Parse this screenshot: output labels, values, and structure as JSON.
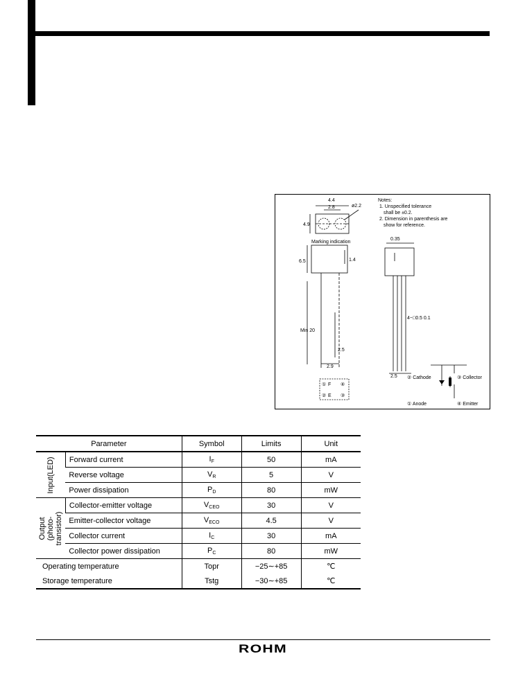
{
  "dimensions": {
    "notes_title": "Notes:",
    "note1_line1": "1. Unspecified tolerance",
    "note1_line2": "shall be ±0.2.",
    "note2_line1": "2. Dimension in parenthesis are",
    "note2_line2": "show for reference.",
    "dim_width": "4.4",
    "dim_inner_width": "2.8",
    "dim_hole": "ø2.2",
    "dim_depth": "4.9",
    "marking_label": "Marking indication",
    "dim_body_height": "6.5",
    "dim_marking_height": "1.4",
    "dim_lead_length": "Min 20",
    "dim_pitch_vertical": "2.5",
    "dim_pitch_horizontal": "2.5",
    "dim_lead_bottom": "2.9",
    "dim_thickness": "0.35",
    "dim_lead_spec": "4−□0.5  0.1",
    "pin1_label": "①",
    "pin2_label": "②",
    "pin3_label": "③",
    "pin4_label": "④",
    "pin_f_left": "F",
    "pin_e_left": "E",
    "cathode_label": "② Cathode",
    "collector_label": "③ Collector",
    "anode_label": "① Anode",
    "emitter_label": "④ Emitter"
  },
  "table": {
    "headers": [
      "Parameter",
      "Symbol",
      "Limits",
      "Unit"
    ],
    "group_input": "Input(LED)",
    "group_output_line1": "Output",
    "group_output_line2": "(photo-",
    "group_output_line3": "transistor)",
    "rows": [
      {
        "param": "Forward current",
        "sym_main": "I",
        "sym_sub": "F",
        "limits": "50",
        "unit": "mA"
      },
      {
        "param": "Reverse voltage",
        "sym_main": "V",
        "sym_sub": "R",
        "limits": "5",
        "unit": "V"
      },
      {
        "param": "Power dissipation",
        "sym_main": "P",
        "sym_sub": "D",
        "limits": "80",
        "unit": "mW"
      },
      {
        "param": "Collector-emitter voltage",
        "sym_main": "V",
        "sym_sub": "CEO",
        "limits": "30",
        "unit": "V"
      },
      {
        "param": "Emitter-collector voltage",
        "sym_main": "V",
        "sym_sub": "ECO",
        "limits": "4.5",
        "unit": "V"
      },
      {
        "param": "Collector current",
        "sym_main": "I",
        "sym_sub": "C",
        "limits": "30",
        "unit": "mA"
      },
      {
        "param": "Collector power dissipation",
        "sym_main": "P",
        "sym_sub": "C",
        "limits": "80",
        "unit": "mW"
      },
      {
        "param": "Operating temperature",
        "sym_main": "Topr",
        "sym_sub": "",
        "limits": "−25∼+85",
        "unit": "℃"
      },
      {
        "param": "Storage temperature",
        "sym_main": "Tstg",
        "sym_sub": "",
        "limits": "−30∼+85",
        "unit": "℃"
      }
    ]
  },
  "footer": {
    "logo": "ROHM"
  }
}
